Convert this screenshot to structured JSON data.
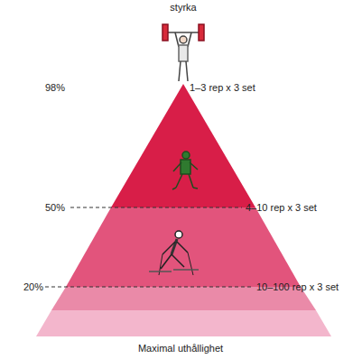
{
  "diagram": {
    "labels": [
      "styrka",
      "98%",
      "1–3 rep x 3 set",
      "50%",
      "4–10 rep x 3 set",
      "20%",
      "10–100 rep x 3 set",
      "Maximal uthållighet"
    ]
  }
}
